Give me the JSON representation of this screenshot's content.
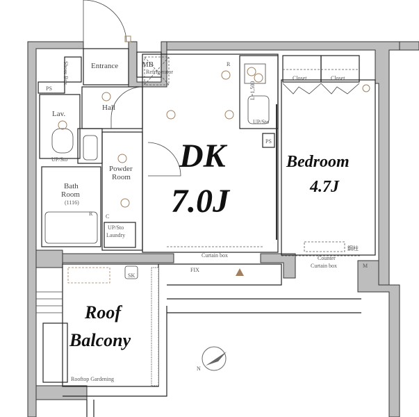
{
  "rooms": {
    "entrance": "Entrance",
    "mb": "MB",
    "shoes_box": "Shoes Box",
    "ps_left": "PS",
    "ps_right": "PS",
    "lav": "Lav.",
    "lav_sto": "UP/Sto",
    "hall": "Hall",
    "refrigerator": "Refrigerator",
    "kitchen_length": "L=1,500",
    "kitchen_sto": "UP/Sto",
    "dk_name": "DK",
    "dk_size": "7.0J",
    "powder_room_1": "Powder",
    "powder_room_2": "Room",
    "bath_room_1": "Bath",
    "bath_room_2": "Room",
    "bath_room_size": "(1116)",
    "laundry_sto": "UP/Sto",
    "laundry": "Laundry",
    "curtain_box_dk": "Curtain box",
    "closet_1": "Closet",
    "closet_2": "Closet",
    "bedroom_name": "Bedroom",
    "bedroom_size": "4.7J",
    "counter": "Counter",
    "curtain_box_bedroom": "Curtain box",
    "column_note": "鋼柱",
    "fix": "FIX",
    "sk": "SK",
    "balcony_1": "Roof",
    "balcony_2": "Balcony",
    "rooftop_gardening": "Rooftop Gardening",
    "compass_n": "N",
    "r_mark_1": "R",
    "r_mark_2": "R",
    "c_mark": "C",
    "m_mark": "M"
  },
  "colors": {
    "wall": "#bdbdbd",
    "fixture": "#a08060",
    "text": "#444444"
  }
}
